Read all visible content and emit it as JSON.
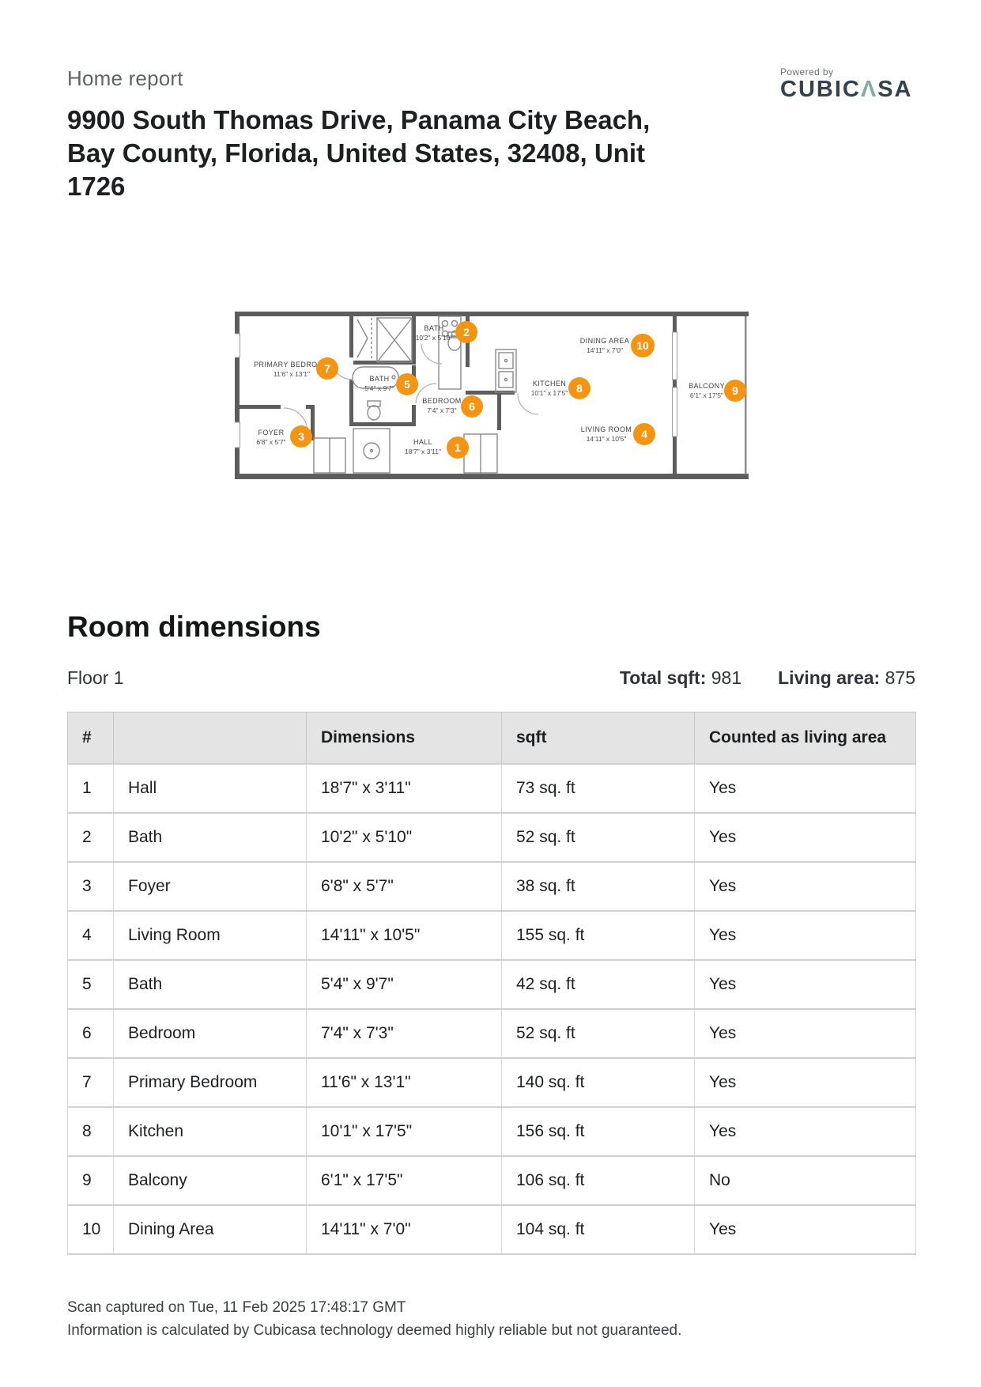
{
  "header": {
    "report_label": "Home report",
    "address": "9900 South Thomas Drive, Panama City Beach, Bay County, Florida, United States, 32408, Unit 1726",
    "logo": {
      "powered_by": "Powered by",
      "brand_prefix": "CUBIC",
      "brand_caret": "Λ",
      "brand_suffix": "SA"
    }
  },
  "floorplan": {
    "rooms": [
      {
        "n": "1",
        "name": "HALL",
        "dims": "18'7\" x 3'11\""
      },
      {
        "n": "2",
        "name": "BATH",
        "dims": "10'2\" x 5'10\""
      },
      {
        "n": "3",
        "name": "FOYER",
        "dims": "6'8\" x 5'7\""
      },
      {
        "n": "4",
        "name": "LIVING ROOM",
        "dims": "14'11\" x 10'5\""
      },
      {
        "n": "5",
        "name": "BATH",
        "dims": "5'4\" x 9'7\""
      },
      {
        "n": "6",
        "name": "BEDROOM",
        "dims": "7'4\" x 7'3\""
      },
      {
        "n": "7",
        "name": "PRIMARY BEDROOM",
        "dims": "11'6\" x 13'1\""
      },
      {
        "n": "8",
        "name": "KITCHEN",
        "dims": "10'1\" x 17'5\""
      },
      {
        "n": "9",
        "name": "BALCONY",
        "dims": "6'1\" x 17'5\""
      },
      {
        "n": "10",
        "name": "DINING AREA",
        "dims": "14'11\" x 7'0\""
      }
    ]
  },
  "room_dimensions": {
    "title": "Room dimensions",
    "floor_label": "Floor 1",
    "total_sqft_label": "Total sqft:",
    "total_sqft_value": "981",
    "living_area_label": "Living area:",
    "living_area_value": "875",
    "table": {
      "headers": [
        "#",
        "",
        "Dimensions",
        "sqft",
        "Counted as living area"
      ],
      "rows": [
        {
          "num": "1",
          "name": "Hall",
          "dimensions": "18'7\" x 3'11\"",
          "sqft": "73 sq. ft",
          "living": "Yes"
        },
        {
          "num": "2",
          "name": "Bath",
          "dimensions": "10'2\" x 5'10\"",
          "sqft": "52 sq. ft",
          "living": "Yes"
        },
        {
          "num": "3",
          "name": "Foyer",
          "dimensions": "6'8\" x 5'7\"",
          "sqft": "38 sq. ft",
          "living": "Yes"
        },
        {
          "num": "4",
          "name": "Living Room",
          "dimensions": "14'11\" x 10'5\"",
          "sqft": "155 sq. ft",
          "living": "Yes"
        },
        {
          "num": "5",
          "name": "Bath",
          "dimensions": "5'4\" x 9'7\"",
          "sqft": "42 sq. ft",
          "living": "Yes"
        },
        {
          "num": "6",
          "name": "Bedroom",
          "dimensions": "7'4\" x 7'3\"",
          "sqft": "52 sq. ft",
          "living": "Yes"
        },
        {
          "num": "7",
          "name": "Primary Bedroom",
          "dimensions": "11'6\" x 13'1\"",
          "sqft": "140 sq. ft",
          "living": "Yes"
        },
        {
          "num": "8",
          "name": "Kitchen",
          "dimensions": "10'1\" x 17'5\"",
          "sqft": "156 sq. ft",
          "living": "Yes"
        },
        {
          "num": "9",
          "name": "Balcony",
          "dimensions": "6'1\" x 17'5\"",
          "sqft": "106 sq. ft",
          "living": "No"
        },
        {
          "num": "10",
          "name": "Dining Area",
          "dimensions": "14'11\" x 7'0\"",
          "sqft": "104 sq. ft",
          "living": "Yes"
        }
      ]
    }
  },
  "footer": {
    "line1": "Scan captured on Tue, 11 Feb 2025 17:48:17 GMT",
    "line2": "Information is calculated by Cubicasa technology deemed highly reliable but not guaranteed."
  },
  "colors": {
    "marker_orange": "#F39412",
    "wall_gray": "#5D5D5D",
    "brand_navy": "#33424E",
    "brand_teal": "#87AAA4",
    "table_header_bg": "#E4E4E4"
  }
}
